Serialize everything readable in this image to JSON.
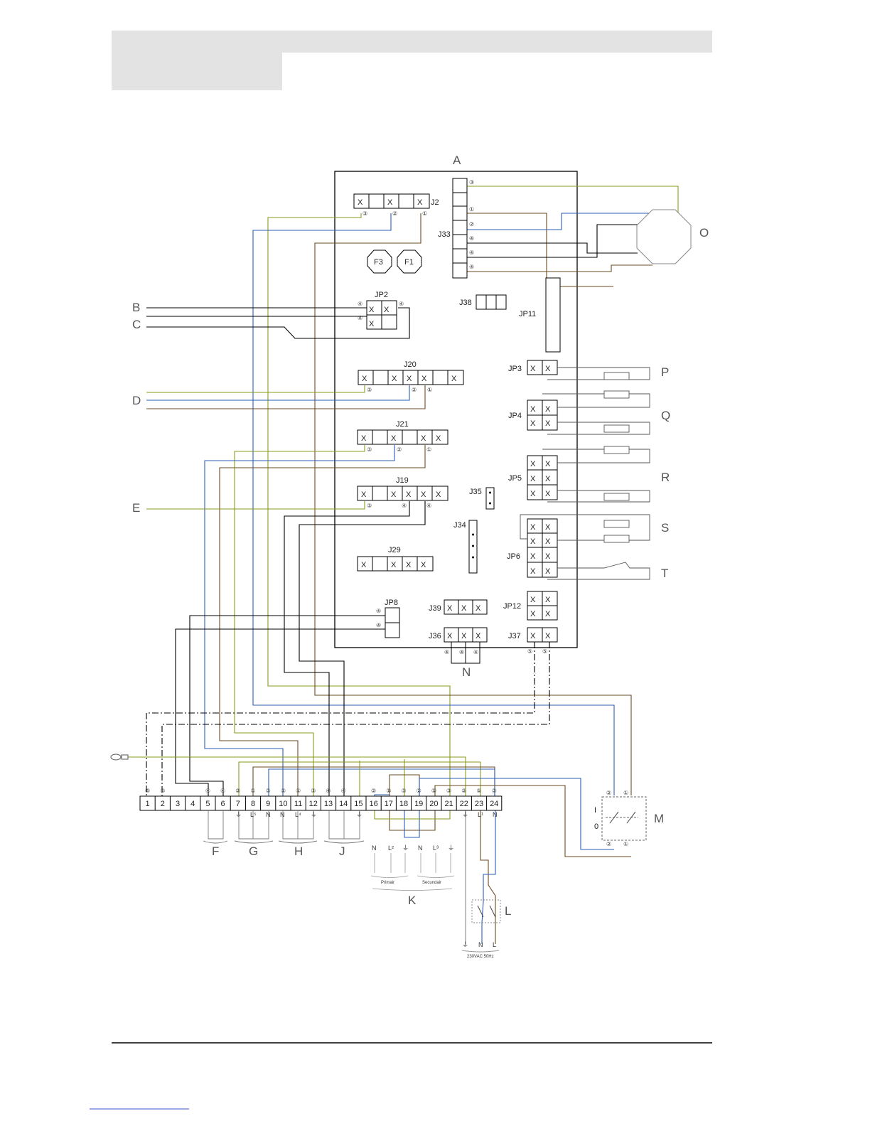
{
  "labels": {
    "board": "A",
    "B": "B",
    "C": "C",
    "D": "D",
    "E": "E",
    "F": "F",
    "G": "G",
    "H": "H",
    "J": "J",
    "K": "K",
    "L": "L",
    "M": "M",
    "N": "N",
    "O": "O",
    "P": "P",
    "Q": "Q",
    "R": "R",
    "S": "S",
    "T": "T"
  },
  "connectors": {
    "J2": "J2",
    "J33": "J33",
    "F3": "F3",
    "F1": "F1",
    "JP2": "JP2",
    "J38": "J38",
    "JP11": "JP11",
    "J20": "J20",
    "JP3": "JP3",
    "JP4": "JP4",
    "J21": "J21",
    "J19": "J19",
    "J35": "J35",
    "JP5": "JP5",
    "J34": "J34",
    "J29": "J29",
    "JP6": "JP6",
    "JP8": "JP8",
    "J39": "J39",
    "JP12": "JP12",
    "J36": "J36",
    "J37": "J37"
  },
  "pin_marker": "X",
  "terminal_strip": {
    "numbers": [
      "1",
      "2",
      "3",
      "4",
      "5",
      "6",
      "7",
      "8",
      "9",
      "10",
      "11",
      "12",
      "13",
      "14",
      "15",
      "16",
      "17",
      "18",
      "19",
      "20",
      "21",
      "22",
      "23",
      "24"
    ],
    "markers_above": [
      "⑤",
      "⑤",
      "",
      "",
      "④",
      "④",
      "②",
      "①",
      "③",
      "②",
      "①",
      "③",
      "④",
      "④",
      "",
      "②",
      "①",
      "③",
      "②",
      "①",
      "③",
      "②",
      "①",
      "③"
    ],
    "below_labels": {
      "g": [
        "⏚",
        "L⁵",
        "N"
      ],
      "h": [
        "N",
        "L⁴",
        "⏚"
      ],
      "t15": "⏚",
      "t22": "⏚",
      "t23": "L¹",
      "t24": "N"
    }
  },
  "k_group": {
    "primary_labels": [
      "N",
      "L²",
      "⏚"
    ],
    "secondary_labels": [
      "N",
      "L³",
      "⏚"
    ],
    "primary": "Primair",
    "secondary": "Secundair"
  },
  "mains": {
    "labels": [
      "⏚",
      "N",
      "L"
    ],
    "voltage": "230VAC 50Hz"
  },
  "switch_m": {
    "on": "I",
    "off": "0"
  }
}
